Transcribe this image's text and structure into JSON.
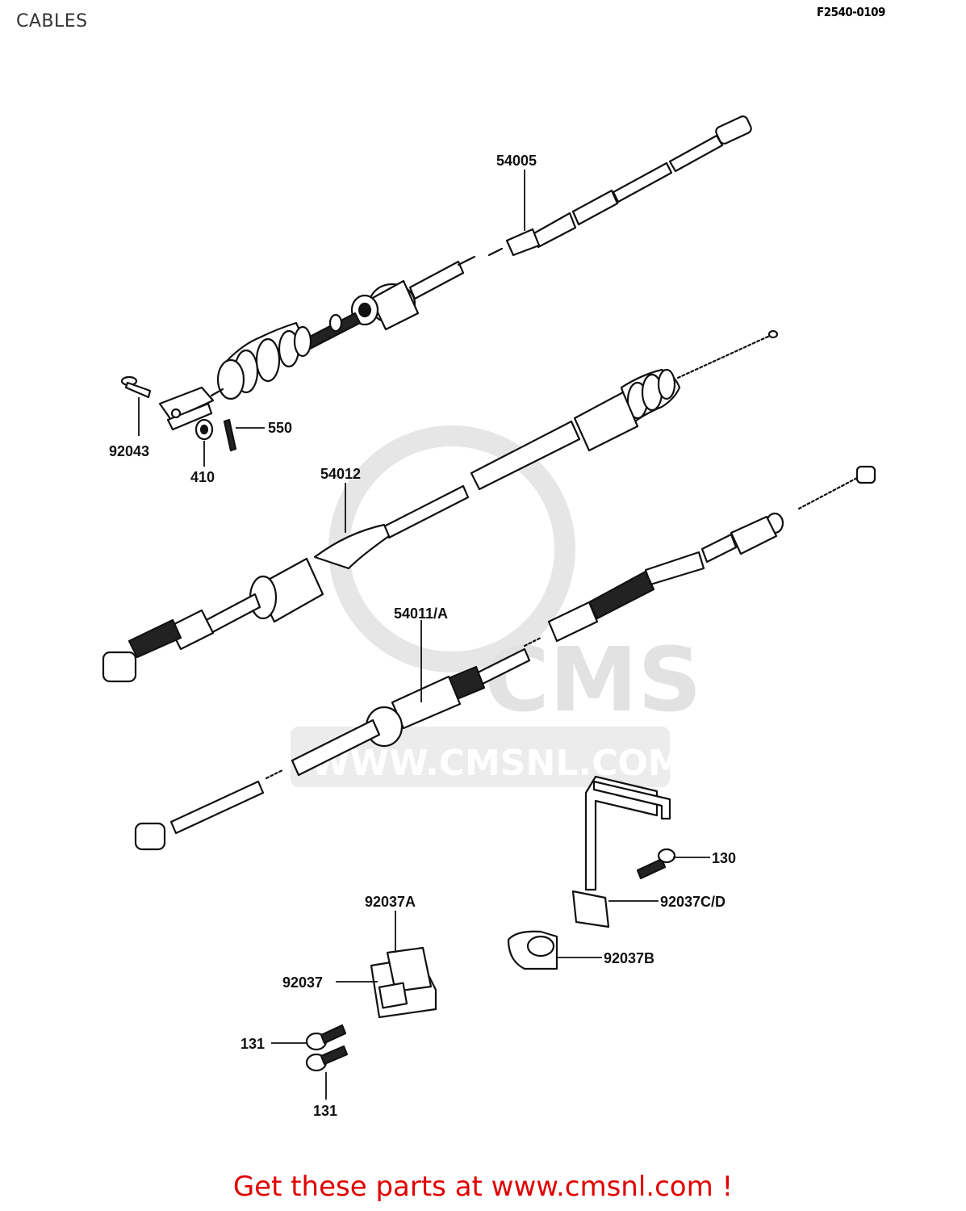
{
  "page": {
    "title": "CABLES",
    "diagram_code": "F2540-0109"
  },
  "watermark": {
    "brand": "CMS",
    "url": "WWW.CMSNL.COM"
  },
  "labels": {
    "cable_54005": "54005",
    "cable_54012": "54012",
    "cable_54011a": "54011/A",
    "pin_92043": "92043",
    "washer_410": "410",
    "cotter_550": "550",
    "bolt_130": "130",
    "bracket_92037cd": "92037C/D",
    "clamp_92037b": "92037B",
    "clamp_92037a": "92037A",
    "clamp_92037": "92037",
    "bolt_131_top": "131",
    "bolt_131_bottom": "131"
  },
  "footer": {
    "link_text": "Get these parts at www.cmsnl.com !"
  }
}
